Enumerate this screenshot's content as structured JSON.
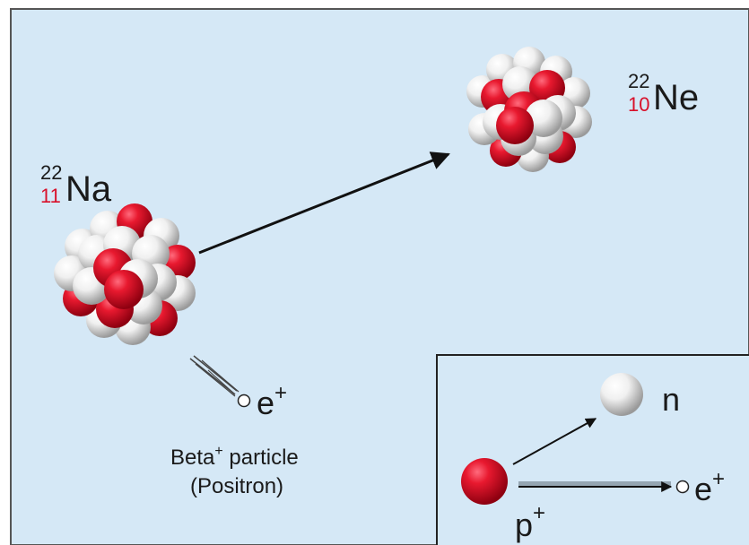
{
  "parent": {
    "mass_number": "22",
    "atomic_number": "11",
    "symbol": "Na"
  },
  "daughter": {
    "mass_number": "22",
    "atomic_number": "10",
    "symbol": "Ne"
  },
  "emission": {
    "particle": "e",
    "charge": "+",
    "caption_word": "Beta",
    "caption_sup": "+",
    "caption_rest": " particle",
    "caption_line2": "(Positron)"
  },
  "inset": {
    "neutron_label": "n",
    "proton_label": "p",
    "proton_charge": "+",
    "positron_label": "e",
    "positron_charge": "+"
  },
  "colors": {
    "background": "#d5e8f6",
    "border": "#555555",
    "proton_red": "#d8102a",
    "neutron_white": "#f2f2f2",
    "atomic_number_red": "#d8102a"
  }
}
